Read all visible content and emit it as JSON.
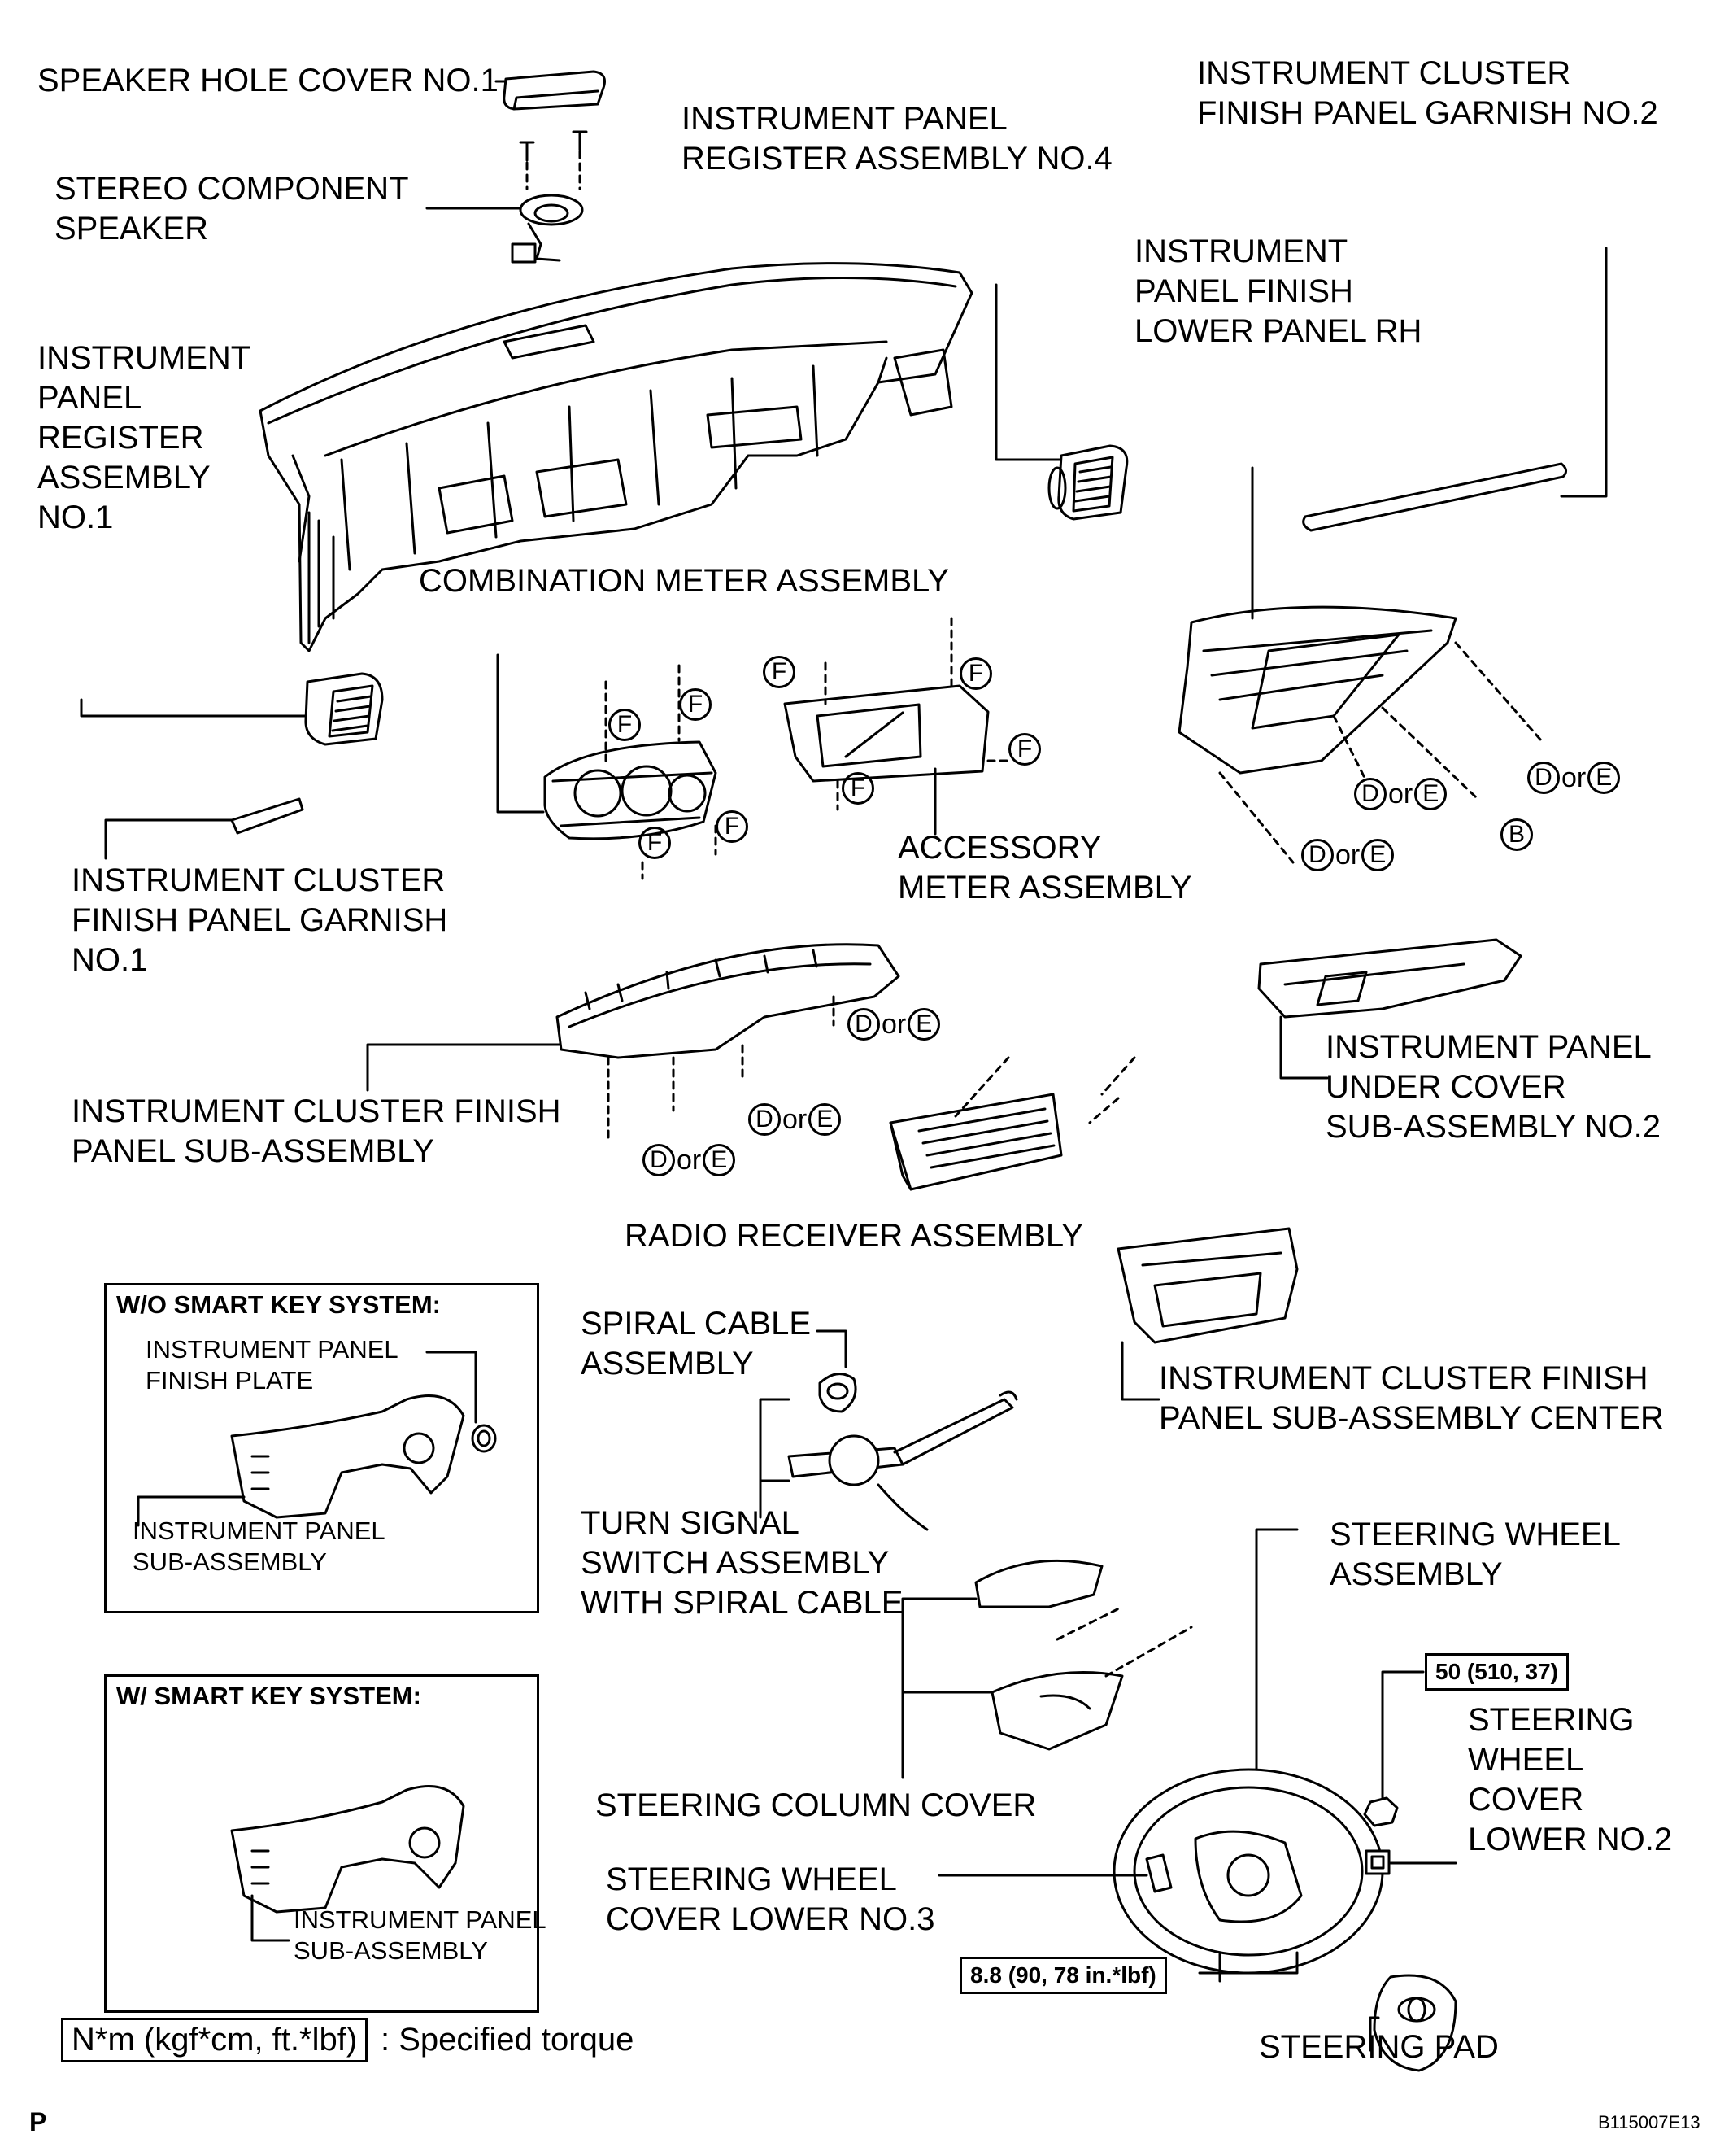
{
  "labels": {
    "speaker_hole_cover": "SPEAKER HOLE COVER NO.1",
    "stereo_speaker": [
      "STEREO COMPONENT",
      "SPEAKER"
    ],
    "register_no4": [
      "INSTRUMENT PANEL",
      "REGISTER ASSEMBLY NO.4"
    ],
    "cluster_garnish_no2": [
      "INSTRUMENT CLUSTER",
      "FINISH PANEL GARNISH NO.2"
    ],
    "finish_lower_rh": [
      "INSTRUMENT",
      "PANEL FINISH",
      "LOWER PANEL RH"
    ],
    "register_no1": [
      "INSTRUMENT",
      "PANEL",
      "REGISTER",
      "ASSEMBLY",
      "NO.1"
    ],
    "combination_meter": "COMBINATION METER ASSEMBLY",
    "cluster_garnish_no1": [
      "INSTRUMENT CLUSTER",
      "FINISH PANEL GARNISH",
      "NO.1"
    ],
    "accessory_meter": [
      "ACCESSORY",
      "METER ASSEMBLY"
    ],
    "under_cover_no2": [
      "INSTRUMENT PANEL",
      "UNDER COVER",
      "SUB-ASSEMBLY NO.2"
    ],
    "cluster_finish_panel": [
      "INSTRUMENT CLUSTER FINISH",
      "PANEL SUB-ASSEMBLY"
    ],
    "radio_receiver": "RADIO RECEIVER ASSEMBLY",
    "spiral_cable": [
      "SPIRAL CABLE",
      "ASSEMBLY"
    ],
    "cluster_finish_center": [
      "INSTRUMENT CLUSTER FINISH",
      "PANEL SUB-ASSEMBLY CENTER"
    ],
    "turn_signal": [
      "TURN SIGNAL",
      "SWITCH ASSEMBLY",
      "WITH SPIRAL CABLE"
    ],
    "steering_wheel_assy": [
      "STEERING WHEEL",
      "ASSEMBLY"
    ],
    "steering_column_cover": "STEERING COLUMN COVER",
    "wheel_cover_lower_no2": [
      "STEERING",
      "WHEEL",
      "COVER",
      "LOWER NO.2"
    ],
    "wheel_cover_lower_no3": [
      "STEERING WHEEL",
      "COVER LOWER NO.3"
    ],
    "steering_pad": "STEERING PAD"
  },
  "inset_wo": {
    "title": "W/O SMART KEY SYSTEM:",
    "finish_plate": [
      "INSTRUMENT PANEL",
      "FINISH PLATE"
    ],
    "panel_sub": [
      "INSTRUMENT PANEL",
      "SUB-ASSEMBLY"
    ]
  },
  "inset_w": {
    "title": "W/ SMART KEY SYSTEM:",
    "panel_sub": [
      "INSTRUMENT PANEL",
      "SUB-ASSEMBLY"
    ]
  },
  "torque": {
    "nut": "50 (510, 37)",
    "screw": "8.8 (90, 78 in.*lbf)"
  },
  "legend": {
    "box": "N*m (kgf*cm, ft.*lbf)",
    "text": ": Specified torque"
  },
  "markers": {
    "F": "F",
    "B": "B",
    "D": "D",
    "E": "E",
    "or": "or"
  },
  "page_mark": "P",
  "figure_code": "B115007E13"
}
